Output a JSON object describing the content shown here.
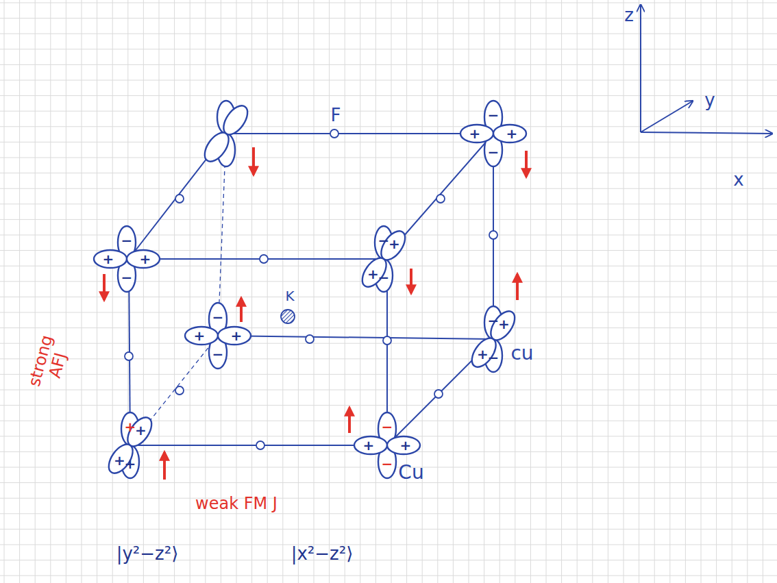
{
  "diagram": {
    "labels": [
      "F",
      "K",
      "cu",
      "Cu",
      "strong AFJ",
      "weak FM J",
      "|y²−z²⟩",
      "|x²−z²⟩",
      "z",
      "y",
      "x",
      "−",
      "−",
      "+",
      "+",
      "−",
      "−",
      "+",
      "+",
      "−",
      "−",
      "+",
      "+",
      "−",
      "−",
      "+",
      "+",
      "−",
      "−",
      "+",
      "+",
      "+",
      "+",
      "+",
      "+",
      "−",
      "−",
      "+",
      "+"
    ]
  }
}
